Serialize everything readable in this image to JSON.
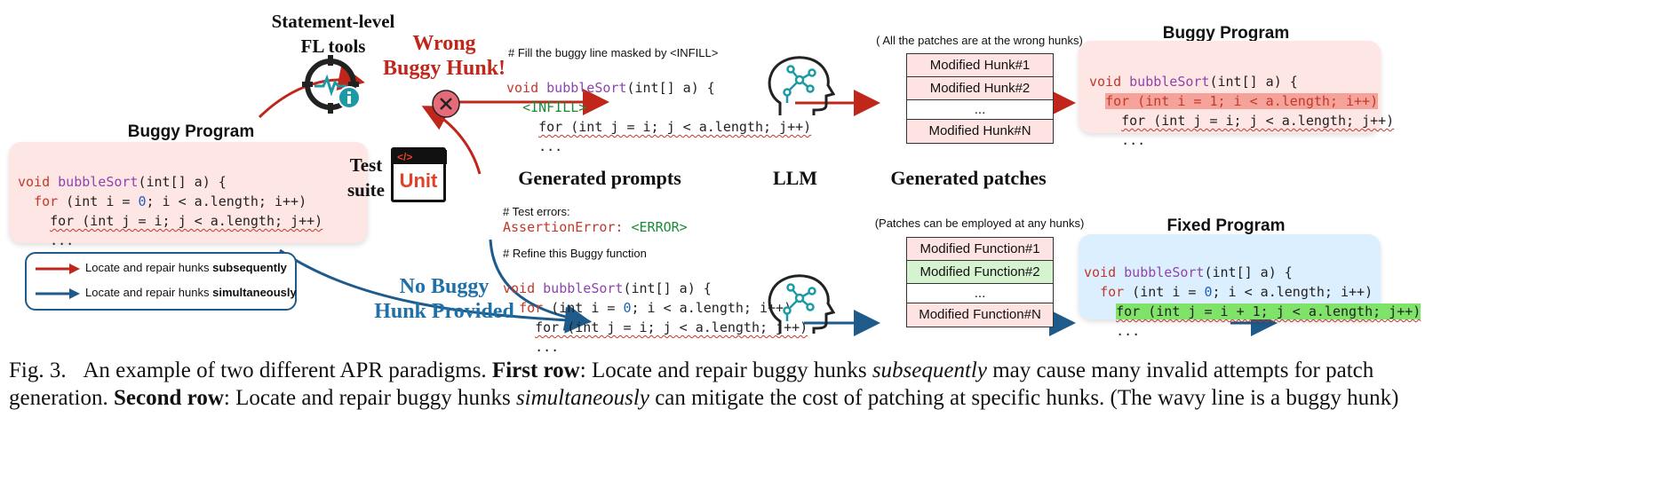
{
  "left_program": {
    "title": "Buggy Program",
    "lines": [
      "void",
      "bubbleSort",
      "(int[] a) {",
      "for",
      " (int i = ",
      "0",
      "; i < a.length; i++)",
      "for (int j = i; j < a.length; j++)",
      "..."
    ]
  },
  "fl_tools": {
    "title_line1": "Statement-level",
    "title_line2": "FL tools"
  },
  "test_suite": {
    "line1": "Test",
    "line2": "suite",
    "badge_code": "</>",
    "badge_label": "Unit"
  },
  "wrong_hunk": {
    "line1": "Wrong",
    "line2": "Buggy Hunk!"
  },
  "no_hunk": {
    "line1": "No Buggy",
    "line2": "Hunk Provided"
  },
  "legend": {
    "item1_prefix": "Locate and repair hunks ",
    "item1_bold": "subsequently",
    "item2_prefix": "Locate and repair hunks ",
    "item2_bold": "simultaneously"
  },
  "top_prompt": {
    "comment": "# Fill the buggy line masked by <INFILL>",
    "sig_kw": "void",
    "sig_fn": " bubbleSort",
    "sig_rest": "(int[] a) {",
    "infill": "<INFILL>",
    "loop": "for (int j = i; j < a.length; j++)",
    "dots": "..."
  },
  "bottom_prompt": {
    "comment1": "# Test errors:",
    "error_prefix": "AssertionError: ",
    "error_tag": "<ERROR>",
    "comment2": "# Refine this Buggy function",
    "sig_kw": "void",
    "sig_fn": " bubbleSort",
    "sig_rest": "(int[] a) {",
    "loop1_kw": "for",
    "loop1_a": " (int i = ",
    "loop1_num": "0",
    "loop1_b": "; i < a.length; i++)",
    "loop2": "for (int j = i; j < a.length; j++)",
    "dots": "..."
  },
  "column_labels": {
    "prompts": "Generated prompts",
    "llm": "LLM",
    "patches": "Generated patches"
  },
  "top_patches": {
    "note": "( All the patches are at the wrong hunks)",
    "items": [
      "Modified Hunk#1",
      "Modified Hunk#2",
      "...",
      "Modified Hunk#N"
    ]
  },
  "bottom_patches": {
    "note": "(Patches can be employed at any hunks)",
    "items": [
      "Modified Function#1",
      "Modified Function#2",
      "...",
      "Modified Function#N"
    ]
  },
  "right_buggy": {
    "title": "Buggy Program",
    "sig_kw": "void",
    "sig_fn": " bubbleSort",
    "sig_rest": "(int[] a) {",
    "line2": "for (int i = 1; i < a.length; i++)",
    "line3": "for (int j = i; j < a.length; j++)",
    "dots": "..."
  },
  "fixed_program": {
    "title": "Fixed Program",
    "sig_kw": "void",
    "sig_fn": " bubbleSort",
    "sig_rest": "(int[] a) {",
    "l2_kw": "for",
    "l2_a": " (int i = ",
    "l2_num": "0",
    "l2_b": "; i < a.length; i++)",
    "line3": "for (int j = i + 1; j < a.length; j++)",
    "dots": "..."
  },
  "caption": {
    "label": "Fig. 3.",
    "text1": "An example of two different APR paradigms. ",
    "b1": "First row",
    "text2": ": Locate and repair buggy hunks ",
    "i1": "subsequently",
    "text3": " may cause many invalid attempts for patch",
    "line2_a": "generation. ",
    "b2": "Second row",
    "text4": ": Locate and repair buggy hunks ",
    "i2": "simultaneously",
    "text5": " can mitigate the cost of patching at specific hunks. (The wavy line is a buggy hunk)"
  },
  "colors": {
    "red": "#c0261a",
    "blue": "#1e5a8a",
    "pink_panel": "#fde6e4",
    "blue_panel": "#dcefff",
    "green_hl": "#7fe36a",
    "red_hl": "#f5a29a"
  }
}
